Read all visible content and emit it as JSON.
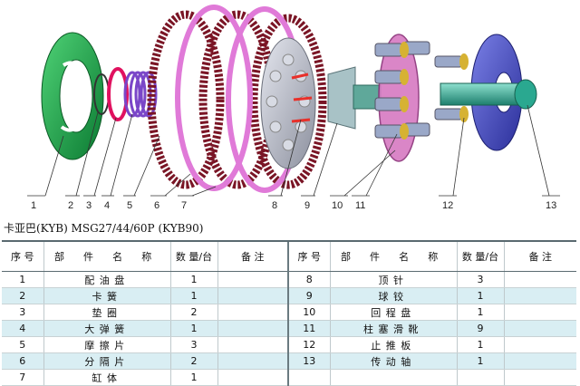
{
  "callouts": [
    "1",
    "2",
    "3",
    "4",
    "5",
    "6",
    "7",
    "8",
    "9",
    "10",
    "11",
    "12",
    "13"
  ],
  "title": "卡亚巴(KYB) MSG27/44/60P (KYB90)",
  "table": {
    "headers": {
      "seq": "序 号",
      "name": "部 件 名 称",
      "qty": "数 量/台",
      "note": "备 注"
    },
    "left_rows": [
      {
        "seq": "1",
        "name": "配油盘",
        "qty": "1",
        "note": ""
      },
      {
        "seq": "2",
        "name": "卡簧",
        "qty": "1",
        "note": ""
      },
      {
        "seq": "3",
        "name": "垫圈",
        "qty": "2",
        "note": ""
      },
      {
        "seq": "4",
        "name": "大弹簧",
        "qty": "1",
        "note": ""
      },
      {
        "seq": "5",
        "name": "摩擦片",
        "qty": "3",
        "note": ""
      },
      {
        "seq": "6",
        "name": "分隔片",
        "qty": "2",
        "note": ""
      },
      {
        "seq": "7",
        "name": "缸体",
        "qty": "1",
        "note": ""
      }
    ],
    "right_rows": [
      {
        "seq": "8",
        "name": "顶针",
        "qty": "3",
        "note": ""
      },
      {
        "seq": "9",
        "name": "球铰",
        "qty": "1",
        "note": ""
      },
      {
        "seq": "10",
        "name": "回程盘",
        "qty": "1",
        "note": ""
      },
      {
        "seq": "11",
        "name": "柱塞滑靴",
        "qty": "9",
        "note": ""
      },
      {
        "seq": "12",
        "name": "止推板",
        "qty": "1",
        "note": ""
      },
      {
        "seq": "13",
        "name": "传动轴",
        "qty": "1",
        "note": ""
      },
      {
        "seq": "",
        "name": "",
        "qty": "",
        "note": ""
      }
    ]
  },
  "colors": {
    "valve_plate": "#1aa34a",
    "washer": "#e0115f",
    "spring": "#7a46c8",
    "friction_plate": "#8a1a2a",
    "separator_plate": "#e07ad8",
    "cylinder_block": "#b8bcc8",
    "pin": "#e8302a",
    "ball_guide": "#5fa89a",
    "retainer_plate": "#c75aa8",
    "piston_shoe": "#d6b233",
    "thrust_plate": "#4a4fc0",
    "drive_shaft": "#3fb4a0",
    "row_highlight": "#d9eef3"
  }
}
